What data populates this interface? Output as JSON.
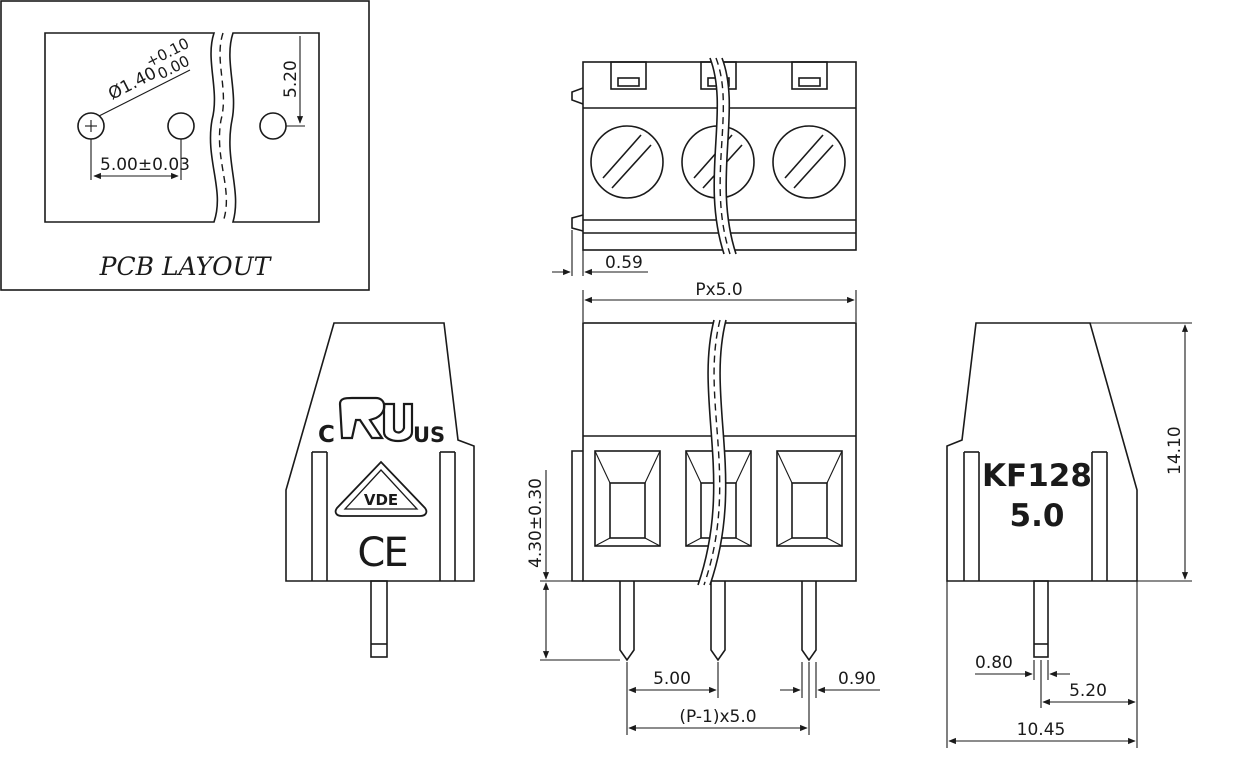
{
  "pcb_layout": {
    "title": "PCB LAYOUT",
    "hole_diameter": "Ø1.40",
    "hole_tol_plus": "+0.10",
    "hole_tol_minus": "0.00",
    "pitch": "5.00±0.03",
    "row_offset": "5.20"
  },
  "top_view": {
    "offset_dim": "0.59",
    "total_width_dim": "Px5.0"
  },
  "left_side_view": {
    "cert_c": "C",
    "cert_us": "US",
    "vde_mark": "VDE",
    "ce_mark": "CE"
  },
  "front_view": {
    "pin_length_dim": "4.30±0.30",
    "pitch_dim": "5.00",
    "pin_width_dim": "0.90",
    "span_dim": "(P-1)x5.0"
  },
  "right_side_view": {
    "model": "KF128",
    "pitch_label": "5.0",
    "height_dim": "14.10",
    "pin_thickness_dim": "0.80",
    "pin_offset_dim": "5.20",
    "depth_dim": "10.45"
  },
  "colors": {
    "line": "#1a1a1a",
    "background": "#ffffff"
  }
}
